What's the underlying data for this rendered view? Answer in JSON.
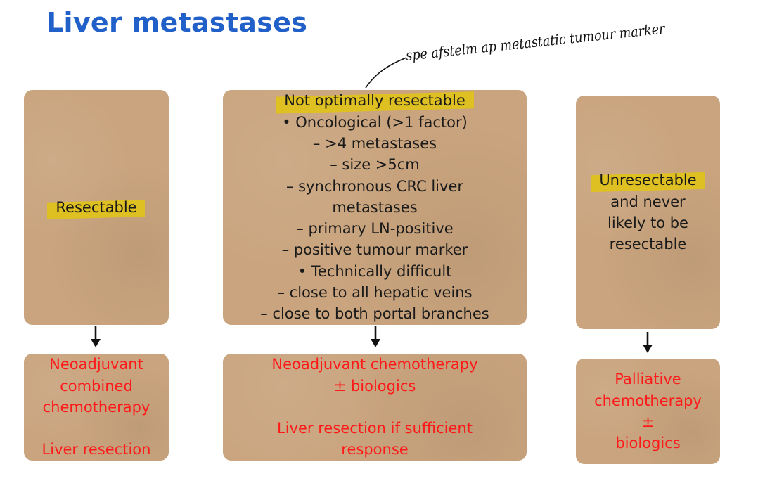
{
  "title": "Liver metastases",
  "handwritten_note": "spe afstelm ap metastatic tumour marker",
  "columns": {
    "left": {
      "top": {
        "heading": "Resectable"
      },
      "bottom": {
        "lines": [
          "Neoadjuvant",
          "combined",
          "chemotherapy",
          "",
          "Liver resection"
        ]
      }
    },
    "middle": {
      "top": {
        "heading": "Not optimally resectable",
        "lines": [
          "• Oncological (>1 factor)",
          "– >4 metastases",
          "– size >5cm",
          "– synchronous CRC liver",
          "metastases",
          "– primary LN-positive",
          "– positive tumour marker",
          "• Technically difficult",
          "– close to all hepatic veins",
          "– close to both portal branches"
        ]
      },
      "bottom": {
        "lines": [
          "Neoadjuvant chemotherapy",
          "± biologics",
          "",
          "Liver resection if sufficient",
          "response"
        ]
      }
    },
    "right": {
      "top": {
        "heading": "Unresectable",
        "lines": [
          "and never",
          "likely to be",
          "resectable"
        ]
      },
      "bottom": {
        "lines": [
          "Palliative",
          "chemotherapy",
          "±",
          "biologics"
        ]
      }
    }
  },
  "colors": {
    "title": "#2060c8",
    "box": "#c9a47e",
    "outcome_text": "#ff1a1a",
    "highlight": "#e0c21a"
  }
}
